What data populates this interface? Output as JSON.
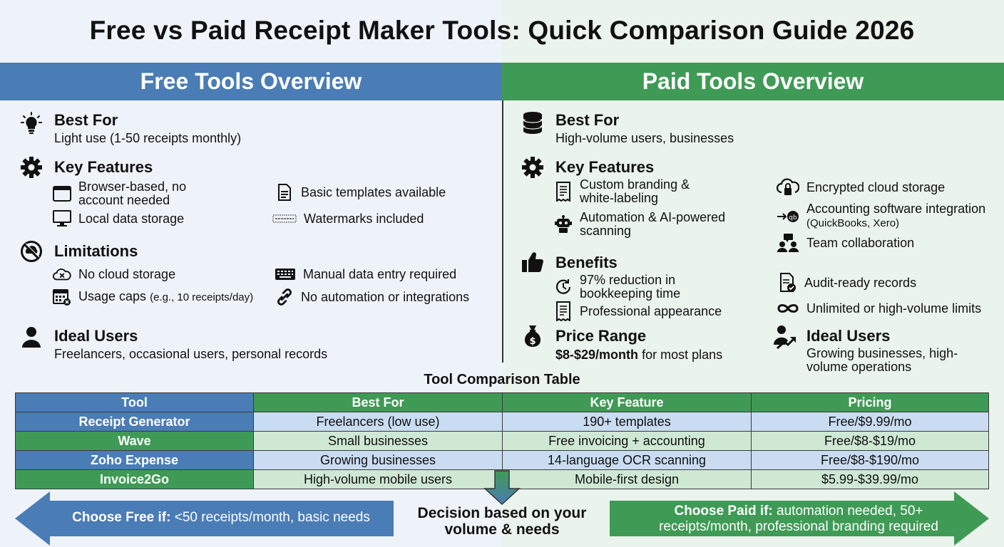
{
  "title": "Free vs Paid Receipt Maker Tools: Quick Comparison Guide 2026",
  "free": {
    "banner": "Free Tools Overview",
    "best_for": {
      "heading": "Best For",
      "text": "Light use (1-50 receipts monthly)",
      "icon": "lightbulb-icon"
    },
    "key_features": {
      "heading": "Key Features",
      "icon": "gear-icon",
      "items": [
        {
          "label": "Browser-based, no account needed",
          "icon": "browser-window-icon"
        },
        {
          "label": "Local data storage",
          "icon": "monitor-icon"
        },
        {
          "label": "Basic templates available",
          "icon": "document-icon"
        },
        {
          "label": "Watermarks included",
          "icon": "watermark-icon"
        }
      ]
    },
    "limitations": {
      "heading": "Limitations",
      "icon": "prohibited-icon",
      "items": [
        {
          "label": "No cloud storage",
          "icon": "cloud-x-icon"
        },
        {
          "label": "Usage caps",
          "note": "(e.g., 10 receipts/day)",
          "icon": "calendar-x-icon"
        },
        {
          "label": "Manual data entry required",
          "icon": "keyboard-icon"
        },
        {
          "label": "No automation or integrations",
          "icon": "broken-link-icon"
        }
      ]
    },
    "ideal_users": {
      "heading": "Ideal Users",
      "text": "Freelancers, occasional users, personal records",
      "icon": "user-icon"
    }
  },
  "paid": {
    "banner": "Paid Tools Overview",
    "best_for": {
      "heading": "Best For",
      "text": "High-volume users, businesses",
      "icon": "coin-stack-icon"
    },
    "key_features": {
      "heading": "Key Features",
      "icon": "gear-icon",
      "items": [
        {
          "label": "Custom branding & white-labeling",
          "icon": "receipt-icon"
        },
        {
          "label": "Automation & AI-powered scanning",
          "icon": "robot-icon"
        },
        {
          "label": "Encrypted cloud storage",
          "icon": "cloud-lock-icon"
        },
        {
          "label": "Accounting software integration",
          "note": "(QuickBooks, Xero)",
          "icon": "integration-icon"
        },
        {
          "label": "Team collaboration",
          "icon": "team-icon"
        }
      ]
    },
    "benefits": {
      "heading": "Benefits",
      "icon": "thumbs-up-icon",
      "items": [
        {
          "label": "97% reduction in bookkeeping time",
          "icon": "clock-icon"
        },
        {
          "label": "Professional appearance",
          "icon": "receipt-icon"
        },
        {
          "label": "Audit-ready records",
          "icon": "document-check-icon"
        },
        {
          "label": "Unlimited or high-volume limits",
          "icon": "infinity-icon"
        }
      ]
    },
    "price_range": {
      "heading": "Price Range",
      "amount": "$8-$29/month",
      "rest": "for most plans",
      "icon": "money-bag-icon"
    },
    "ideal_users": {
      "heading": "Ideal Users",
      "text": "Growing businesses, high-volume operations",
      "icon": "user-growth-icon"
    }
  },
  "table": {
    "title": "Tool Comparison Table",
    "headers": [
      "Tool",
      "Best For",
      "Key Feature",
      "Pricing"
    ],
    "rows": [
      [
        "Receipt Generator",
        "Freelancers (low use)",
        "190+ templates",
        "Free/$9.99/mo"
      ],
      [
        "Wave",
        "Small businesses",
        "Free invoicing + accounting",
        "Free/$8-$19/mo"
      ],
      [
        "Zoho Expense",
        "Growing businesses",
        "14-language OCR scanning",
        "Free/$8-$190/mo"
      ],
      [
        "Invoice2Go",
        "High-volume mobile users",
        "Mobile-first design",
        "$5.99-$39.99/mo"
      ]
    ]
  },
  "decision": {
    "free_bold": "Choose Free if:",
    "free_text": "<50 receipts/month, basic needs",
    "center": "Decision based on your volume & needs",
    "paid_bold": "Choose Paid if:",
    "paid_text": "automation needed, 50+ receipts/month, professional branding required"
  },
  "colors": {
    "blue": "#4a7cb6",
    "green": "#3f9a55",
    "light_blue": "#c9dcf1",
    "light_green": "#cfe8d3"
  }
}
